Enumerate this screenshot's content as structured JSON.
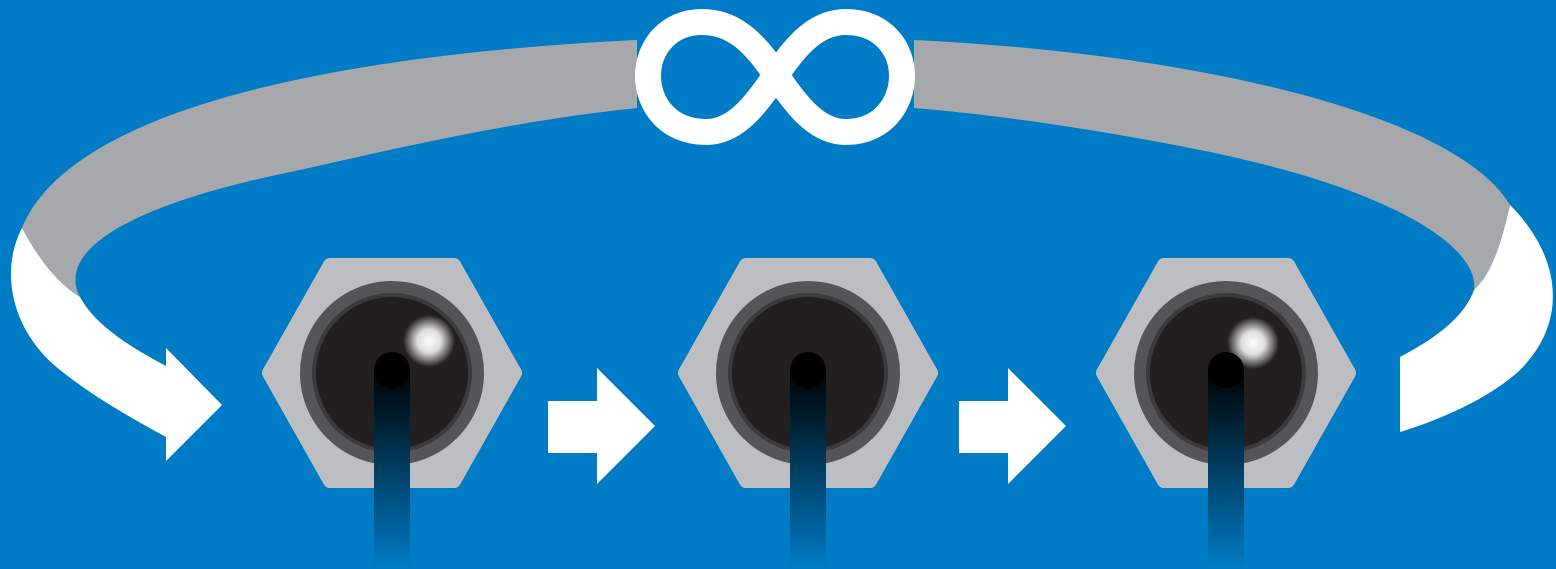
{
  "diagram": {
    "background_color": "#007cc6",
    "loop_symbol": "infinity-icon",
    "loop_band_color": "#a7a8ab",
    "arrow_color": "#ffffff",
    "button_bezel_color": "#bdbec1",
    "button_ring_color": "#555557",
    "button_cap_color": "#231f20",
    "cable_color": "#000000",
    "buttons": [
      {
        "id": "button-1",
        "lit": true
      },
      {
        "id": "button-2",
        "lit": false
      },
      {
        "id": "button-3",
        "lit": true
      }
    ],
    "arrows": [
      {
        "from": "button-1",
        "to": "button-2"
      },
      {
        "from": "button-2",
        "to": "button-3"
      }
    ],
    "loop": {
      "from": "button-3",
      "to": "button-1",
      "repeats": "forever"
    }
  }
}
